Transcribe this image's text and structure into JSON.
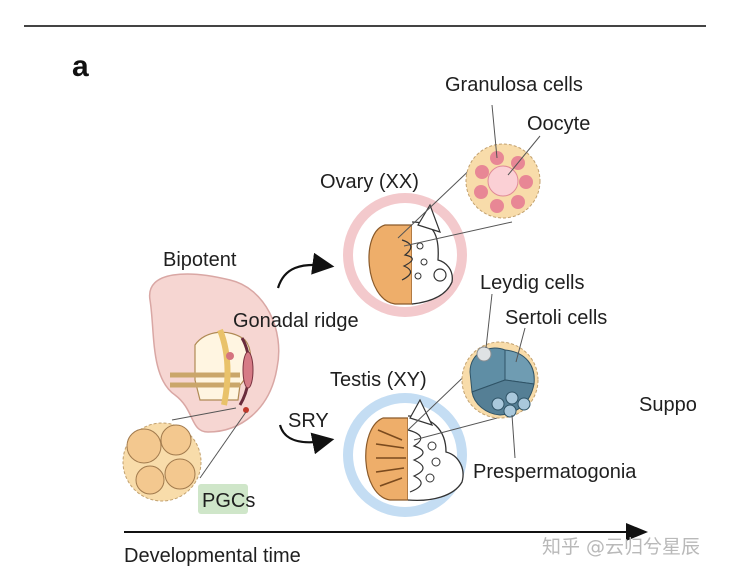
{
  "panel_letter": "a",
  "labels": {
    "granulosa": "Granulosa cells",
    "oocyte": "Oocyte",
    "ovary": "Ovary (XX)",
    "bipotent": "Bipotent",
    "gonadal_ridge": "Gonadal ridge",
    "leydig": "Leydig cells",
    "sertoli": "Sertoli cells",
    "testis": "Testis (XY)",
    "sry": "SRY",
    "suppo": "Suppo",
    "prespermatogonia": "Prespermatogonia",
    "pgcs": "PGCs",
    "time_axis": "Developmental time"
  },
  "watermark": "知乎 @云归兮星辰",
  "colors": {
    "embryo": "#f6d6d2",
    "ovary_ring": "#f3c9cc",
    "testis_ring": "#c4ddf3",
    "gonad_orange": "#eeae6a",
    "cell_cream": "#f8dcaa",
    "granulosa_pink": "#e88795",
    "sertoli_blue": "#5f8ea5",
    "pgc_box": "#cfe6c9"
  }
}
